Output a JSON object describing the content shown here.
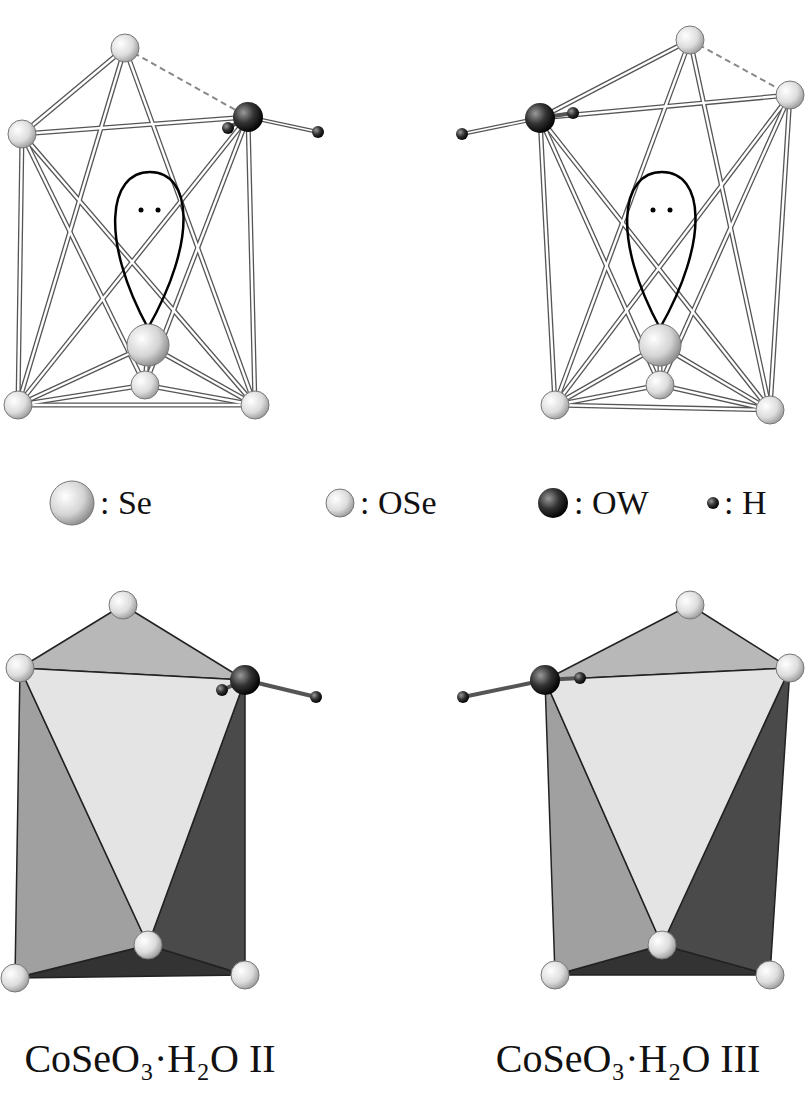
{
  "diagram": {
    "labels": [
      "CoSeO₃·H₂O II",
      "CoSeO₃·H₂O III"
    ],
    "legend": [
      {
        "text": ": Se"
      },
      {
        "text": ": OSe"
      },
      {
        "text": ": OW"
      },
      {
        "text": ": H"
      }
    ]
  }
}
